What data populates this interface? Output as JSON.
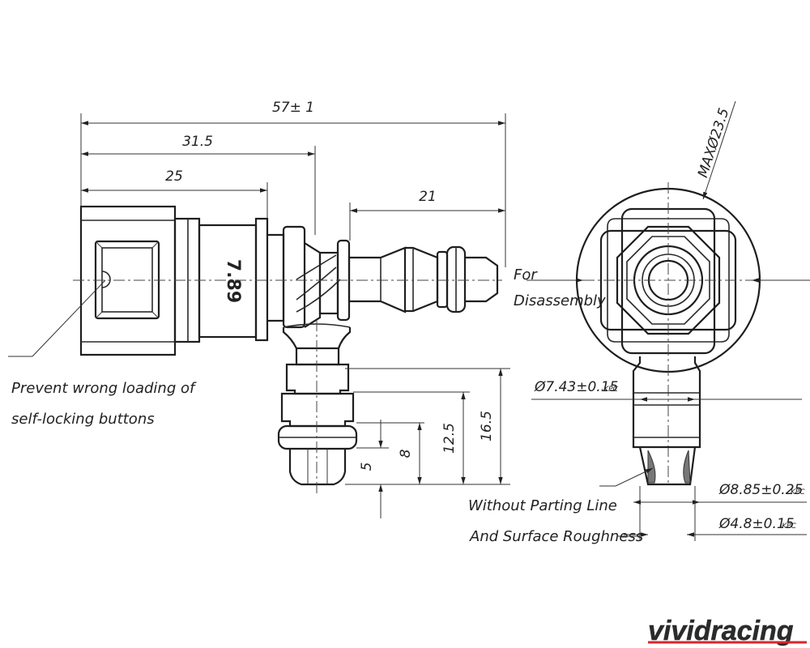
{
  "dimensions": {
    "overall_length": "57± 1",
    "body_length": "31.5",
    "connector_length": "25",
    "barb_length": "21",
    "max_diameter": "MAXØ23.5",
    "height_a": "16.5",
    "height_b": "12.5",
    "height_c": "8",
    "height_d": "5",
    "diameter_a": "Ø7.43±0.15",
    "diameter_a_suffix": "-KPC",
    "diameter_b": "Ø8.85±0.25",
    "diameter_b_suffix": "KPC",
    "diameter_c": "Ø4.8±0.15",
    "diameter_c_suffix": "-KPC"
  },
  "part_marking": "7.89",
  "notes": {
    "disassembly_line1": "For",
    "disassembly_line2": "Disassembly",
    "prevent_line1": "Prevent wrong loading of",
    "prevent_line2": "self-locking buttons",
    "parting_line1": "Without Parting Line",
    "parting_line2": "And Surface Roughness"
  },
  "watermark": {
    "text": "vividracing",
    "colors": {
      "dark": "#2b2b2b",
      "red": "#d9262b"
    }
  }
}
